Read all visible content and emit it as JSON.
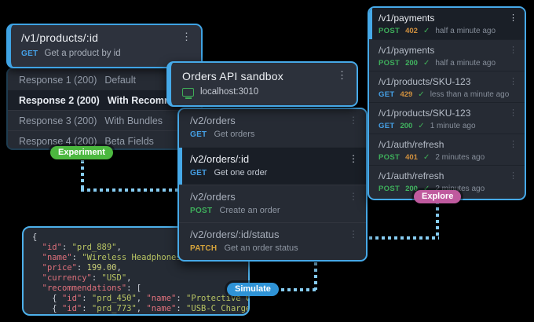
{
  "icons": {
    "kebab": "⋮",
    "check": "✓",
    "monitor": "monitor-display"
  },
  "colors": {
    "background": "#000000",
    "panel_border": "#46a9e8",
    "panel_bg": "#262b34",
    "header_bg": "#2d323d",
    "selected_bg": "#1a1f27",
    "connector": "#86ccf2",
    "get": "#45a0e6",
    "post": "#3eae5b",
    "patch": "#d4a33c",
    "status_ok": "#41b560",
    "status_warn": "#cf8f3e",
    "experiment_pill": "#4cb83f",
    "simulate_pill": "#2f93d6",
    "explore_pill": "#bf5a9e"
  },
  "product_panel": {
    "title": "/v1/products/:id",
    "method": "GET",
    "description": "Get a product by id",
    "responses": [
      {
        "label": "Response 1 (200)",
        "variant": "Default",
        "selected": false
      },
      {
        "label": "Response 2 (200)",
        "variant": "With Recommendations",
        "selected": true
      },
      {
        "label": "Response 3 (200)",
        "variant": "With Bundles",
        "selected": false
      },
      {
        "label": "Response 4 (200)",
        "variant": "Beta Fields",
        "selected": false
      }
    ]
  },
  "orders_panel": {
    "title": "Orders API sandbox",
    "host": "localhost:3010",
    "endpoints": [
      {
        "path": "/v2/orders",
        "method": "GET",
        "description": "Get orders",
        "selected": false
      },
      {
        "path": "/v2/orders/:id",
        "method": "GET",
        "description": "Get one order",
        "selected": true
      },
      {
        "path": "/v2/orders",
        "method": "POST",
        "description": "Create an order",
        "selected": false
      },
      {
        "path": "/v2/orders/:id/status",
        "method": "PATCH",
        "description": "Get an order status",
        "selected": false
      }
    ]
  },
  "traffic_panel": {
    "requests": [
      {
        "path": "/v1/payments",
        "method": "POST",
        "status": "402",
        "time": "half a minute ago",
        "selected": true
      },
      {
        "path": "/v1/payments",
        "method": "POST",
        "status": "200",
        "time": "half a minute ago",
        "selected": false
      },
      {
        "path": "/v1/products/SKU-123",
        "method": "GET",
        "status": "429",
        "time": "less than a minute ago",
        "selected": false
      },
      {
        "path": "/v1/products/SKU-123",
        "method": "GET",
        "status": "200",
        "time": "1 minute ago",
        "selected": false
      },
      {
        "path": "/v1/auth/refresh",
        "method": "POST",
        "status": "401",
        "time": "2 minutes ago",
        "selected": false
      },
      {
        "path": "/v1/auth/refresh",
        "method": "POST",
        "status": "200",
        "time": "2 minutes ago",
        "selected": false
      }
    ]
  },
  "code_panel": {
    "lines": [
      [
        {
          "t": "pun",
          "v": "{"
        }
      ],
      [
        {
          "t": "pun",
          "v": "  "
        },
        {
          "t": "key",
          "v": "\"id\""
        },
        {
          "t": "pun",
          "v": ": "
        },
        {
          "t": "str",
          "v": "\"prd_889\""
        },
        {
          "t": "pun",
          "v": ","
        }
      ],
      [
        {
          "t": "pun",
          "v": "  "
        },
        {
          "t": "key",
          "v": "\"name\""
        },
        {
          "t": "pun",
          "v": ": "
        },
        {
          "t": "str",
          "v": "\"Wireless Headphones\""
        },
        {
          "t": "pun",
          "v": ","
        }
      ],
      [
        {
          "t": "pun",
          "v": "  "
        },
        {
          "t": "key",
          "v": "\"price\""
        },
        {
          "t": "pun",
          "v": ": "
        },
        {
          "t": "num",
          "v": "199.00"
        },
        {
          "t": "pun",
          "v": ","
        }
      ],
      [
        {
          "t": "pun",
          "v": "  "
        },
        {
          "t": "key",
          "v": "\"currency\""
        },
        {
          "t": "pun",
          "v": ": "
        },
        {
          "t": "str",
          "v": "\"USD\""
        },
        {
          "t": "pun",
          "v": ","
        }
      ],
      [
        {
          "t": "pun",
          "v": "  "
        },
        {
          "t": "key",
          "v": "\"recommendations\""
        },
        {
          "t": "pun",
          "v": ": ["
        }
      ],
      [
        {
          "t": "pun",
          "v": "    { "
        },
        {
          "t": "key",
          "v": "\"id\""
        },
        {
          "t": "pun",
          "v": ": "
        },
        {
          "t": "str",
          "v": "\"prd_450\""
        },
        {
          "t": "pun",
          "v": ", "
        },
        {
          "t": "key",
          "v": "\"name\""
        },
        {
          "t": "pun",
          "v": ": "
        },
        {
          "t": "str",
          "v": "\"Protective Case\""
        },
        {
          "t": "pun",
          "v": " },"
        }
      ],
      [
        {
          "t": "pun",
          "v": "    { "
        },
        {
          "t": "key",
          "v": "\"id\""
        },
        {
          "t": "pun",
          "v": ": "
        },
        {
          "t": "str",
          "v": "\"prd_773\""
        },
        {
          "t": "pun",
          "v": ", "
        },
        {
          "t": "key",
          "v": "\"name\""
        },
        {
          "t": "pun",
          "v": ": "
        },
        {
          "t": "str",
          "v": "\"USB-C Charger\""
        },
        {
          "t": "pun",
          "v": " }"
        }
      ],
      [
        {
          "t": "pun",
          "v": "  ],"
        }
      ]
    ]
  },
  "labels": {
    "experiment": "Experiment",
    "simulate": "Simulate",
    "explore": "Explore"
  }
}
